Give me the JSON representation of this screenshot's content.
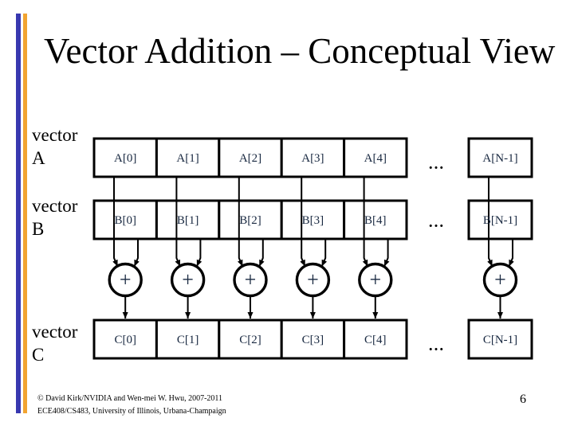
{
  "slide": {
    "title": "Vector Addition – Conceptual View",
    "page_number": "6",
    "footer_line1": "© David Kirk/NVIDIA and Wen-mei W. Hwu, 2007-2011",
    "footer_line2": "ECE408/CS483, University of Illinois, Urbana-Champaign"
  },
  "labels": {
    "vector_word": "vector",
    "a": "A",
    "b": "B",
    "c": "C"
  },
  "diagram": {
    "plus": "+",
    "ellipsis": "...",
    "rows": {
      "a": {
        "cells": [
          "A[0]",
          "A[1]",
          "A[2]",
          "A[3]",
          "A[4]"
        ],
        "last": "A[N-1]"
      },
      "b": {
        "cells": [
          "B[0]",
          "B[1]",
          "B[2]",
          "B[3]",
          "B[4]"
        ],
        "last": "B[N-1]"
      },
      "c": {
        "cells": [
          "C[0]",
          "C[1]",
          "C[2]",
          "C[3]",
          "C[4]"
        ],
        "last": "C[N-1]"
      }
    }
  },
  "colors": {
    "accent_bar_blue": "#3838b0",
    "accent_bar_orange": "#f2a431",
    "box_border": "#000000",
    "box_text": "#182840",
    "background": "#ffffff"
  }
}
